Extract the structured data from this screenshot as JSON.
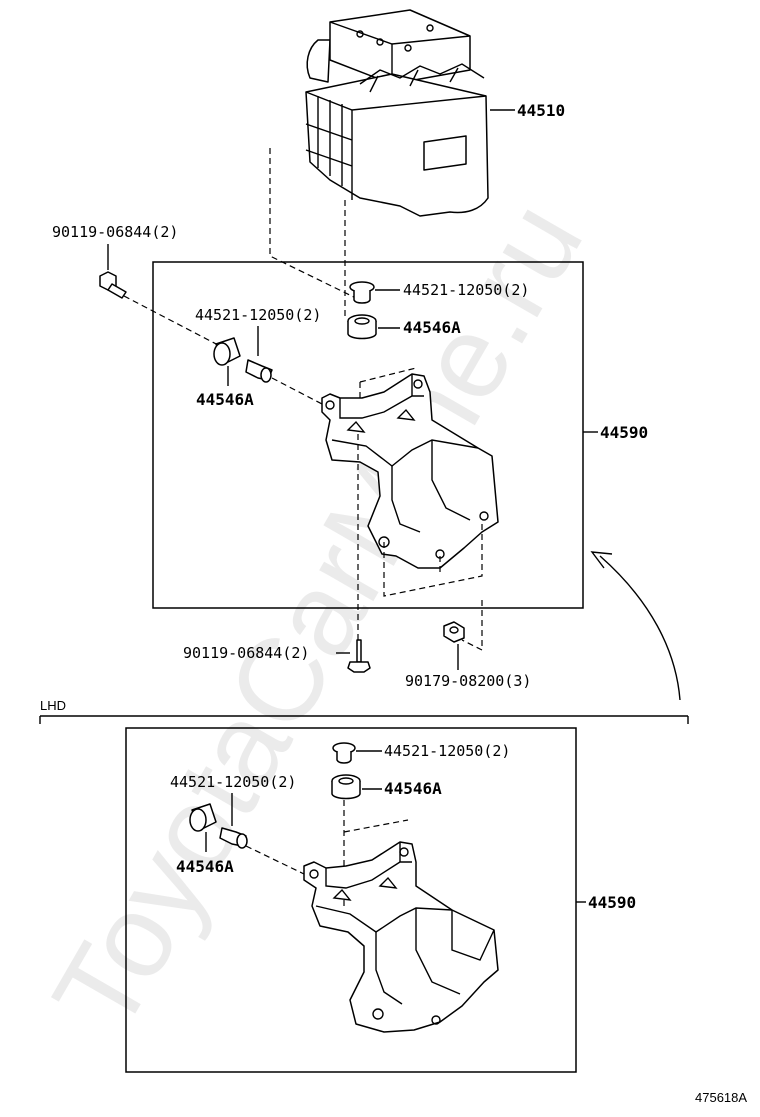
{
  "watermark": "ToyotaCarMine.ru",
  "section_label": "LHD",
  "figure_id": "475618A",
  "labels": {
    "top_unit": "44510",
    "bolt_left_top": "90119-06844(2)",
    "collar_top_right": "44521-12050(2)",
    "grommet_top_right": "44546A",
    "collar_left": "44521-12050(2)",
    "grommet_left": "44546A",
    "bracket_upper": "44590",
    "bolt_bottom": "90119-06844(2)",
    "nut_bottom": "90179-08200(3)",
    "lhd_collar_right": "44521-12050(2)",
    "lhd_grommet_right": "44546A",
    "lhd_collar_left": "44521-12050(2)",
    "lhd_grommet_left": "44546A",
    "lhd_bracket": "44590"
  }
}
